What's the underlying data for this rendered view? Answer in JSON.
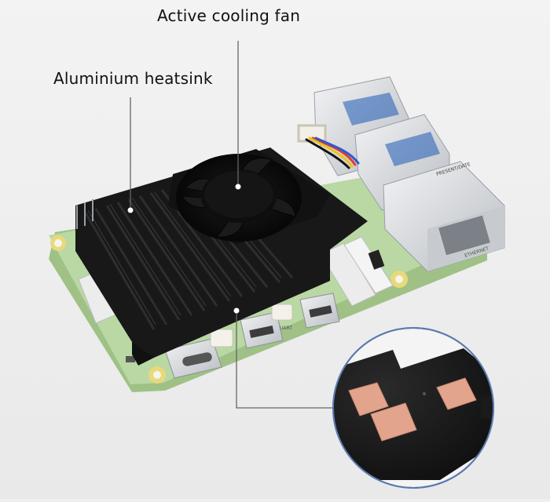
{
  "labels": {
    "fan": "Active cooling fan",
    "heatsink": "Aluminium heatsink"
  },
  "board_text": {
    "rj45": "PRESENT/DATE",
    "ethernet": "ETHERNET",
    "uart": "UART"
  },
  "colors": {
    "background": "#efefef",
    "pcb": "#b9d8a3",
    "pcb_edge": "#9fc186",
    "heatsink": "#1b1b1b",
    "fan": "#0c0c0c",
    "metal": "#d9dcdf",
    "copper_pad": "#e3a48e",
    "callout_line": "#666666",
    "inset_border": "#5a7ab0"
  },
  "icons": {
    "leader_dot": "white-dot"
  }
}
